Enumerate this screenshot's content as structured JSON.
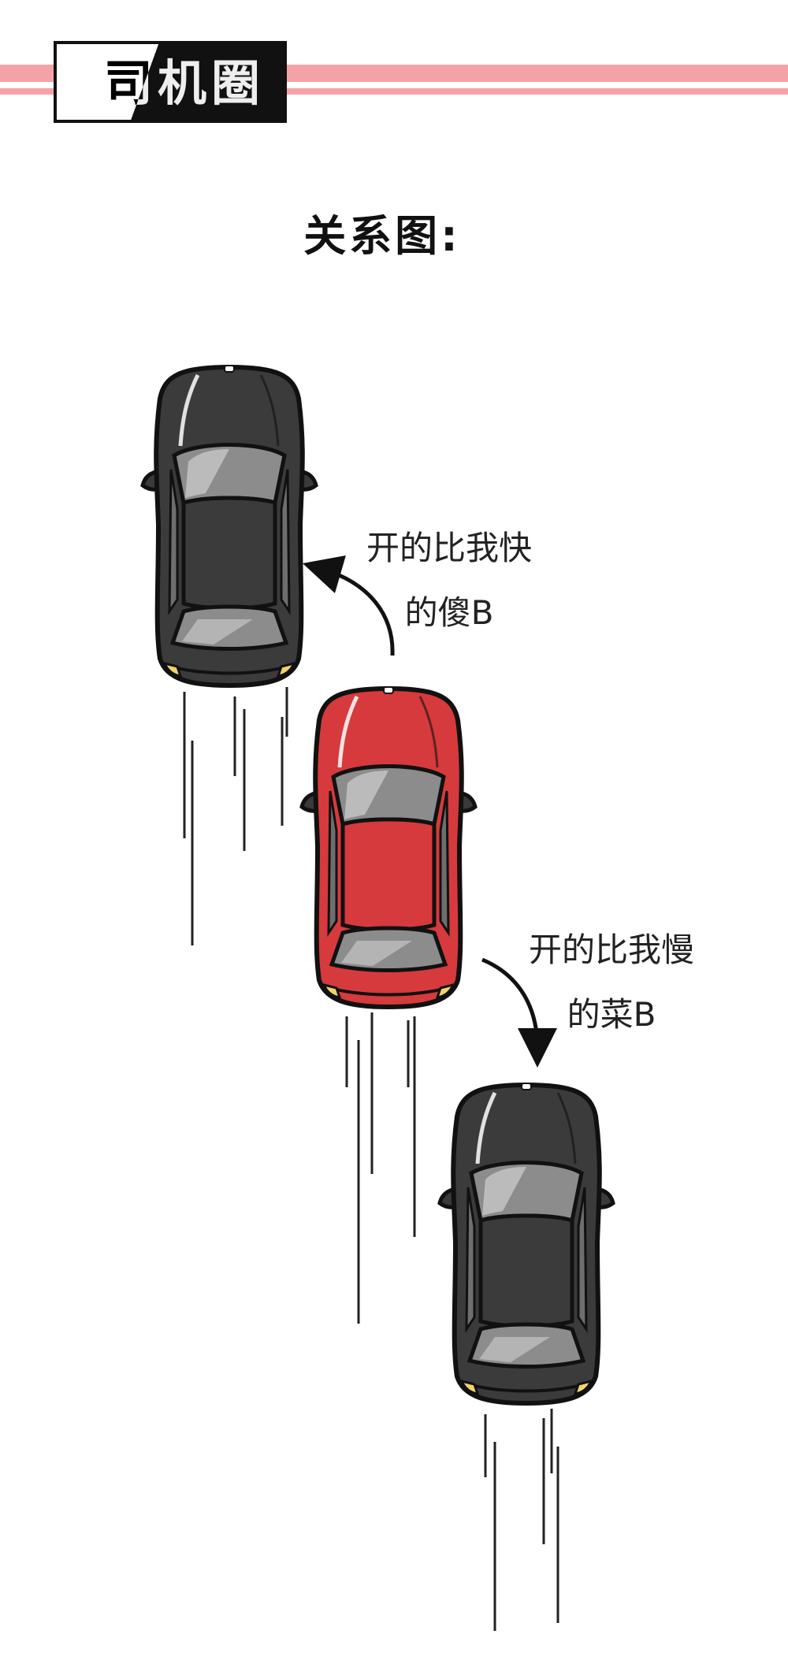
{
  "header": {
    "badge_text": "司机圈",
    "stripe_color": "#f3a3a7"
  },
  "title": "关系图:",
  "labels": {
    "faster": {
      "line1": "开的比我快",
      "line2": "的傻B"
    },
    "slower": {
      "line1": "开的比我慢",
      "line2": "的菜B"
    }
  },
  "cars": [
    {
      "role": "faster",
      "color": "#3b3b3b"
    },
    {
      "role": "me",
      "color": "#d63a3c"
    },
    {
      "role": "slower",
      "color": "#3b3b3b"
    }
  ]
}
